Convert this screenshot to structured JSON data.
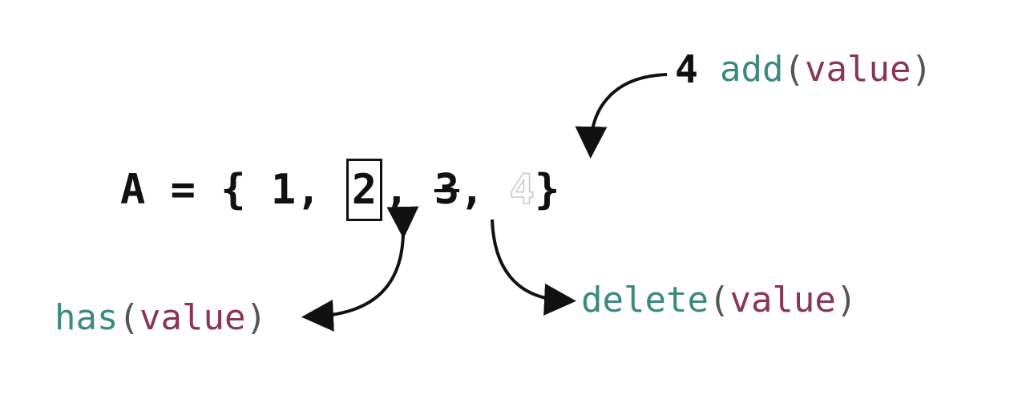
{
  "set": {
    "name": "A",
    "equals": "=",
    "open_brace": "{",
    "close_brace": "}",
    "comma": ",",
    "elements": [
      "1",
      "2",
      "3",
      "4"
    ]
  },
  "operations": {
    "add": {
      "value_label": "4",
      "fn_name": "add",
      "open_paren": "(",
      "arg": "value",
      "close_paren": ")"
    },
    "has": {
      "fn_name": "has",
      "open_paren": "(",
      "arg": "value",
      "close_paren": ")"
    },
    "delete": {
      "fn_name": "delete",
      "open_paren": "(",
      "arg": "value",
      "close_paren": ")"
    }
  },
  "colors": {
    "function_name": "#3a8a82",
    "argument": "#8a3458",
    "text": "#111111",
    "ghost_outline": "#c8c8c8"
  }
}
